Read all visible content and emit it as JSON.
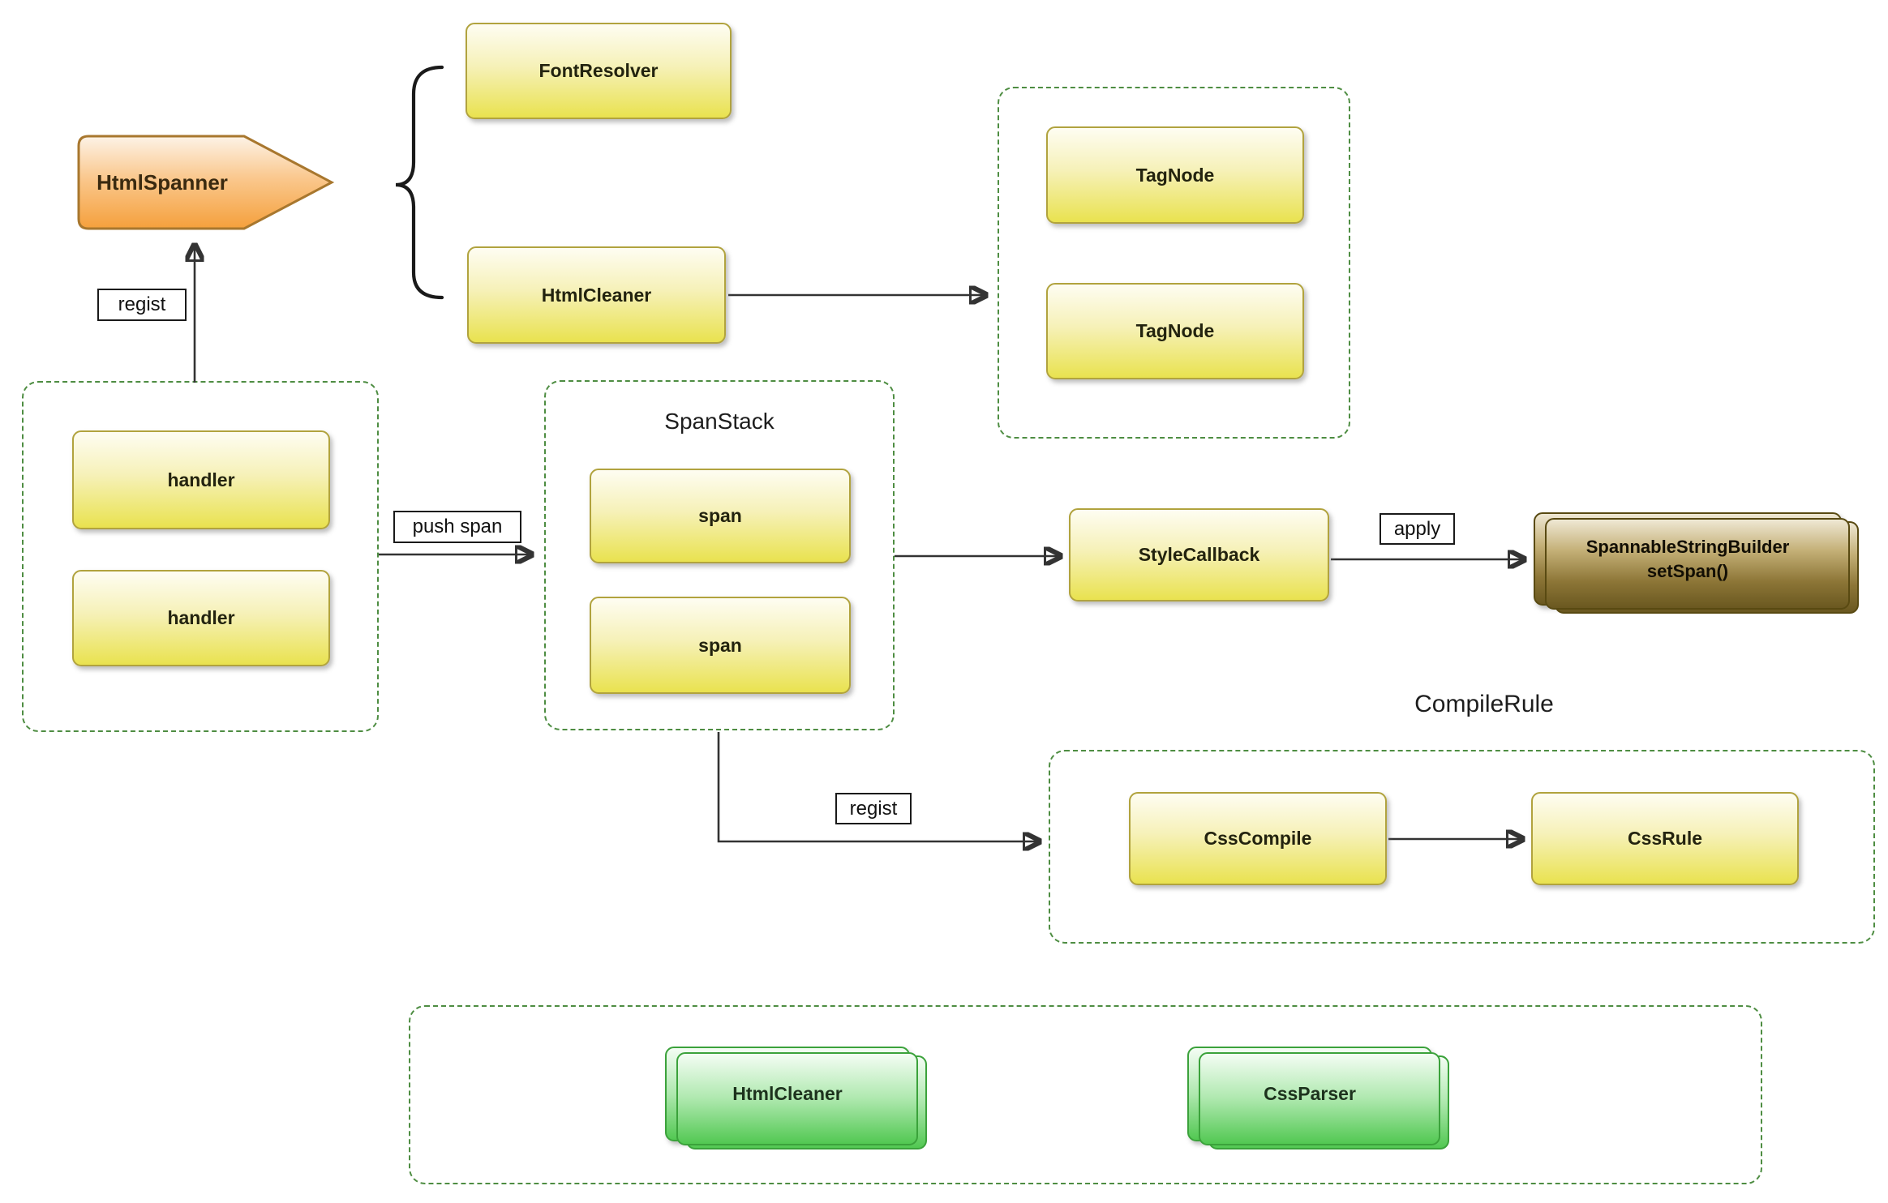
{
  "nodes": {
    "htmlspanner": {
      "label": "HtmlSpanner"
    },
    "fontresolver": {
      "label": "FontResolver"
    },
    "htmlcleaner": {
      "label": "HtmlCleaner"
    },
    "tagnode1": {
      "label": "TagNode"
    },
    "tagnode2": {
      "label": "TagNode"
    },
    "handler1": {
      "label": "handler"
    },
    "handler2": {
      "label": "handler"
    },
    "span1": {
      "label": "span"
    },
    "span2": {
      "label": "span"
    },
    "stylecallback": {
      "label": "StyleCallback"
    },
    "spannablestringbuilder": {
      "line1": "SpannableStringBuilder",
      "line2": "setSpan()"
    },
    "csscompile": {
      "label": "CssCompile"
    },
    "cssrule": {
      "label": "CssRule"
    },
    "htmlcleaner_impl": {
      "label": "HtmlCleaner"
    },
    "cssparser_impl": {
      "label": "CssParser"
    }
  },
  "groups": {
    "spanstack": {
      "title": "SpanStack"
    },
    "compilerule": {
      "title": "CompileRule"
    }
  },
  "edge_labels": {
    "regist_top": "regist",
    "push_span": "push span",
    "apply": "apply",
    "regist_bottom": "regist"
  },
  "colors": {
    "node-yellow-top": "#fefdf2",
    "node-yellow-bottom": "#e9e24f",
    "node-yellow-border": "#b1a33e",
    "node-orange-top": "#fdf3e7",
    "node-orange-mid": "#fac88e",
    "node-orange-bottom": "#f5a03c",
    "node-orange-border": "#a8772e",
    "node-brown-top": "#efe8d4",
    "node-brown-bottom": "#6a5820",
    "node-brown-border": "#594a12",
    "node-green-top": "#f4fdf4",
    "node-green-bottom": "#52c852",
    "node-green-border": "#3ba23b",
    "group-border-green": "#4e8d42",
    "connector": "#333333"
  }
}
